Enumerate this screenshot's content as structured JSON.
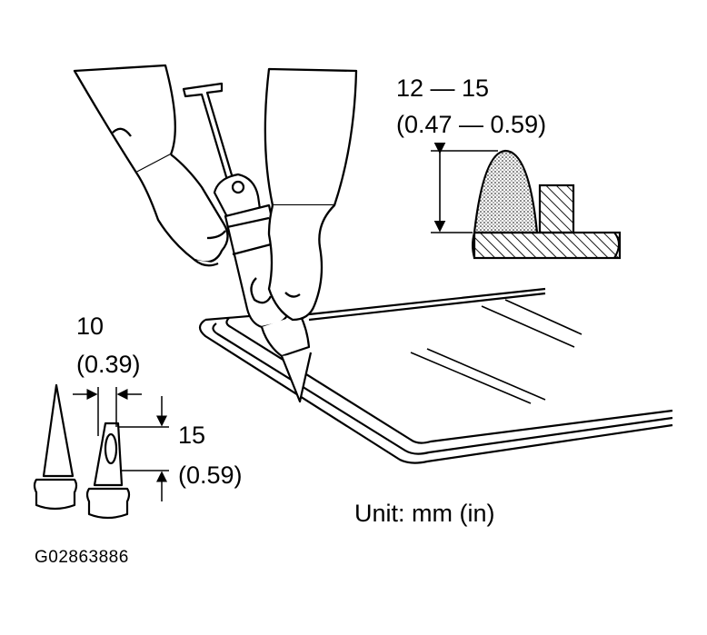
{
  "bead_height": {
    "mm": "12 — 15",
    "in": "(0.47 — 0.59)"
  },
  "nozzle_width": {
    "mm": "10",
    "in": "(0.39)"
  },
  "nozzle_cut": {
    "mm": "15",
    "in": "(0.59)"
  },
  "unit_note": "Unit: mm (in)",
  "figure_code": "G02863886",
  "colors": {
    "ink": "#000000",
    "paper": "#ffffff"
  }
}
